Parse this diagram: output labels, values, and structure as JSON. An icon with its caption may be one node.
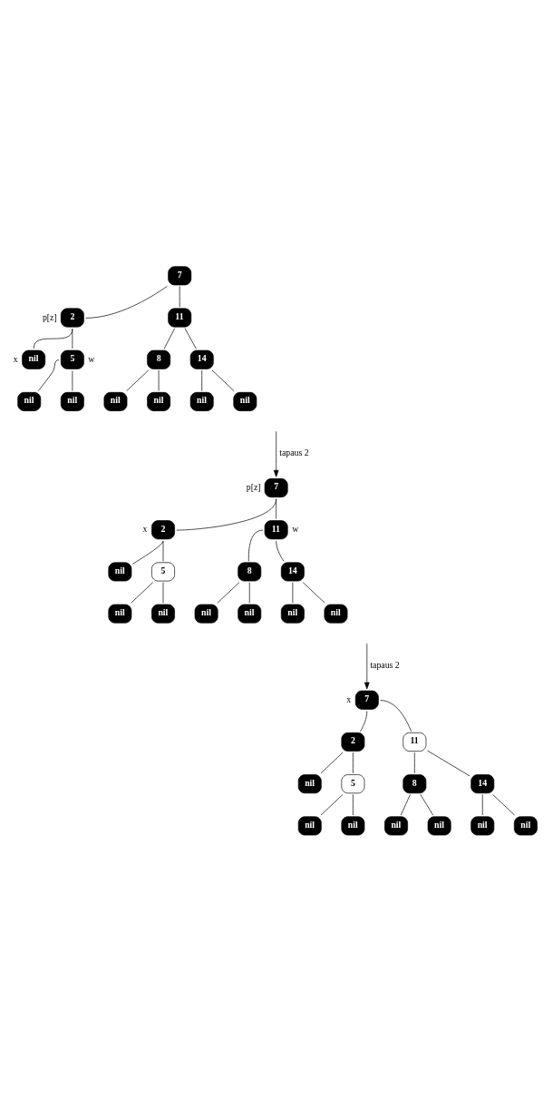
{
  "diagram": {
    "nodes": [
      {
        "text": [
          "7"
        ]
      },
      {
        "text": [
          "2"
        ],
        "beside": [
          "p[z]"
        ]
      },
      {
        "text": [
          "11"
        ]
      },
      {
        "text": [
          "nil"
        ],
        "beside": [
          "x"
        ]
      },
      {
        "text": [
          "5"
        ],
        "beside": [
          "w"
        ]
      },
      {
        "text": [
          "8"
        ]
      },
      {
        "text": [
          "14"
        ]
      },
      {
        "text": [
          "nil"
        ]
      },
      {
        "text": [
          "nil"
        ]
      },
      {
        "text": [
          "nil"
        ]
      },
      {
        "text": [
          "nil"
        ]
      },
      {
        "text": [
          "nil"
        ]
      },
      {
        "text": [
          "nil"
        ]
      },
      {
        "text": [
          "7"
        ],
        "beside": [
          "p[z]"
        ]
      },
      {
        "text": [
          "2"
        ],
        "beside": [
          "x"
        ]
      },
      {
        "text": [
          "11"
        ],
        "beside": [
          "w"
        ]
      },
      {
        "text": [
          "nil"
        ]
      },
      {
        "text": [
          "5"
        ]
      },
      {
        "text": [
          "8"
        ]
      },
      {
        "text": [
          "14"
        ]
      },
      {
        "text": [
          "nil"
        ]
      },
      {
        "text": [
          "nil"
        ]
      },
      {
        "text": [
          "nil"
        ]
      },
      {
        "text": [
          "nil"
        ]
      },
      {
        "text": [
          "nil"
        ]
      },
      {
        "text": [
          "nil"
        ]
      },
      {
        "text": [
          "7"
        ],
        "beside": [
          "x"
        ]
      },
      {
        "text": [
          "2"
        ]
      },
      {
        "text": [
          "11"
        ]
      },
      {
        "text": [
          "nil"
        ]
      },
      {
        "text": [
          "5"
        ]
      },
      {
        "text": [
          "8"
        ]
      },
      {
        "text": [
          "14"
        ]
      },
      {
        "text": [
          "nil"
        ]
      },
      {
        "text": [
          "nil"
        ]
      },
      {
        "text": [
          "nil"
        ]
      },
      {
        "text": [
          "nil"
        ]
      },
      {
        "text": [
          "nil"
        ]
      },
      {
        "text": [
          "nil"
        ]
      }
    ],
    "edges": [
      {
        "from": 0,
        "to": 1,
        "arrow": "none"
      },
      {
        "from": 0,
        "to": 2,
        "arrow": "none"
      },
      {
        "from": 1,
        "to": 3,
        "arrow": "none"
      },
      {
        "from": 1,
        "to": 4,
        "arrow": "none"
      },
      {
        "from": 2,
        "to": 5,
        "arrow": "none"
      },
      {
        "from": 2,
        "to": 6,
        "arrow": "none"
      },
      {
        "from": 4,
        "to": 7,
        "arrow": "none"
      },
      {
        "from": 4,
        "to": 8,
        "arrow": "none"
      },
      {
        "from": 5,
        "to": 9,
        "arrow": "none"
      },
      {
        "from": 5,
        "to": 10,
        "arrow": "none"
      },
      {
        "from": 6,
        "to": 11,
        "arrow": "none"
      },
      {
        "from": 6,
        "to": 12,
        "arrow": "none"
      },
      {
        "from": null,
        "to": 13,
        "arrow": "to",
        "label": "tapaus 2"
      },
      {
        "from": 13,
        "to": 14,
        "arrow": "none"
      },
      {
        "from": 13,
        "to": 15,
        "arrow": "none"
      },
      {
        "from": 14,
        "to": 16,
        "arrow": "none"
      },
      {
        "from": 14,
        "to": 17,
        "arrow": "none"
      },
      {
        "from": 15,
        "to": 18,
        "arrow": "none"
      },
      {
        "from": 15,
        "to": 19,
        "arrow": "none"
      },
      {
        "from": 17,
        "to": 20,
        "arrow": "none"
      },
      {
        "from": 17,
        "to": 21,
        "arrow": "none"
      },
      {
        "from": 18,
        "to": 22,
        "arrow": "none"
      },
      {
        "from": 18,
        "to": 23,
        "arrow": "none"
      },
      {
        "from": 19,
        "to": 24,
        "arrow": "none"
      },
      {
        "from": 19,
        "to": 25,
        "arrow": "none"
      },
      {
        "from": null,
        "to": 26,
        "arrow": "to",
        "label": "tapaus 2"
      },
      {
        "from": 26,
        "to": 27,
        "arrow": "none"
      },
      {
        "from": 26,
        "to": 28,
        "arrow": "none"
      },
      {
        "from": 27,
        "to": 29,
        "arrow": "none"
      },
      {
        "from": 27,
        "to": 30,
        "arrow": "none"
      },
      {
        "from": 28,
        "to": 31,
        "arrow": "none"
      },
      {
        "from": 28,
        "to": 32,
        "arrow": "none"
      },
      {
        "from": 30,
        "to": 33,
        "arrow": "none"
      },
      {
        "from": 30,
        "to": 34,
        "arrow": "none"
      },
      {
        "from": 31,
        "to": 35,
        "arrow": "none"
      },
      {
        "from": 31,
        "to": 36,
        "arrow": "none"
      },
      {
        "from": 32,
        "to": 37,
        "arrow": "none"
      },
      {
        "from": 32,
        "to": 38,
        "arrow": "none"
      }
    ]
  }
}
